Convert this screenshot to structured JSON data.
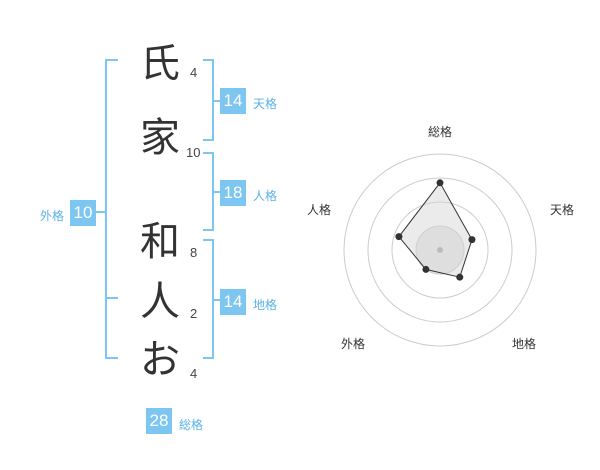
{
  "name_chars": [
    "氏",
    "家",
    "和",
    "人",
    "お"
  ],
  "stroke_counts": [
    "4",
    "10",
    "8",
    "2",
    "4"
  ],
  "kaku": {
    "ten": {
      "value": "14",
      "label": "天格"
    },
    "jin": {
      "value": "18",
      "label": "人格"
    },
    "chi": {
      "value": "14",
      "label": "地格"
    },
    "gai": {
      "value": "10",
      "label": "外格"
    },
    "so": {
      "value": "28",
      "label": "総格"
    }
  },
  "colors": {
    "accent": "#7ec6f2",
    "accent_text": "#5ab1e8",
    "text": "#333333"
  },
  "chart_data": {
    "type": "radar",
    "axes": [
      "総格",
      "天格",
      "地格",
      "外格",
      "人格"
    ],
    "values": [
      28,
      14,
      14,
      10,
      18
    ],
    "rings": 4
  }
}
